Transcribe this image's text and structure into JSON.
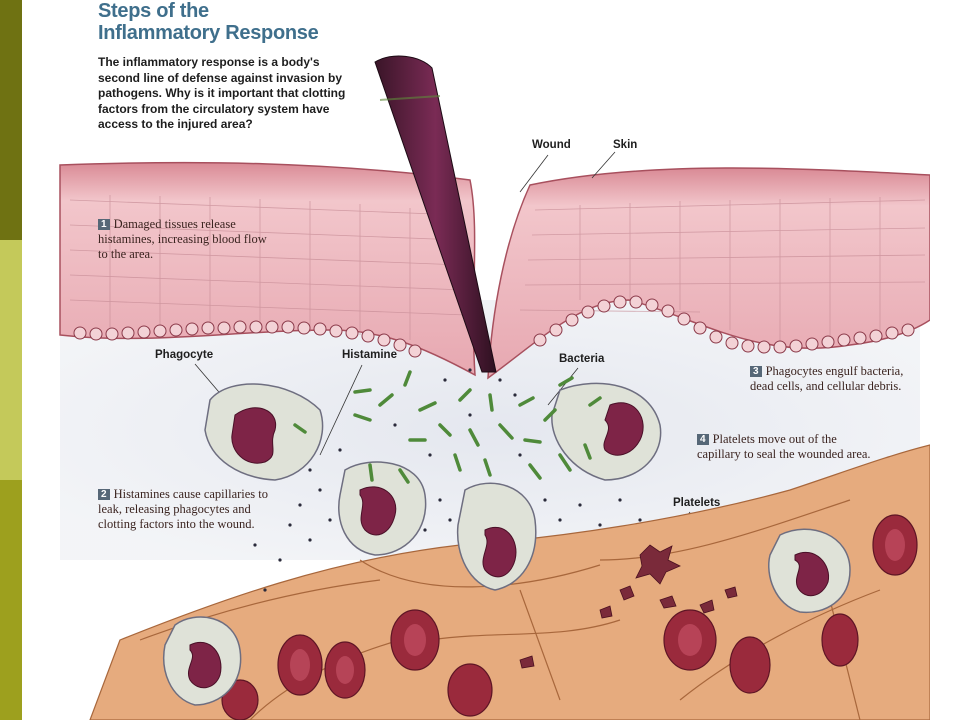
{
  "title": {
    "line1": "Steps of the",
    "line2": "Inflammatory Response"
  },
  "intro": "The inflammatory response is a body's second line of defense against invasion by pathogens. Why is it important that clotting factors from the circulatory system have access to the injured area?",
  "steps": [
    {
      "number": "1",
      "text": "Damaged tissues release histamines, increasing blood flow to the area."
    },
    {
      "number": "2",
      "text": "Histamines cause capillaries to leak, releasing phagocytes and clotting factors into the wound."
    },
    {
      "number": "3",
      "text": "Phagocytes engulf bacteria, dead cells, and cellular debris."
    },
    {
      "number": "4",
      "text": "Platelets move out of the capillary to seal the wounded area."
    }
  ],
  "labels": {
    "wound": "Wound",
    "skin": "Skin",
    "phagocyte": "Phagocyte",
    "histamine": "Histamine",
    "bacteria": "Bacteria",
    "platelets": "Platelets"
  },
  "colors": {
    "sidebar_dark": "#6f7212",
    "sidebar_light": "#c4c95a",
    "sidebar_mid": "#9da01e",
    "title_blue": "#3f6f8c",
    "skin_pink": "#e7b3ba",
    "capillary_tan": "#e6ab7e",
    "cell_nucleus": "#7e2447",
    "red_blood_cell": "#9a2a3c",
    "bacteria_green": "#4f8a3a"
  }
}
